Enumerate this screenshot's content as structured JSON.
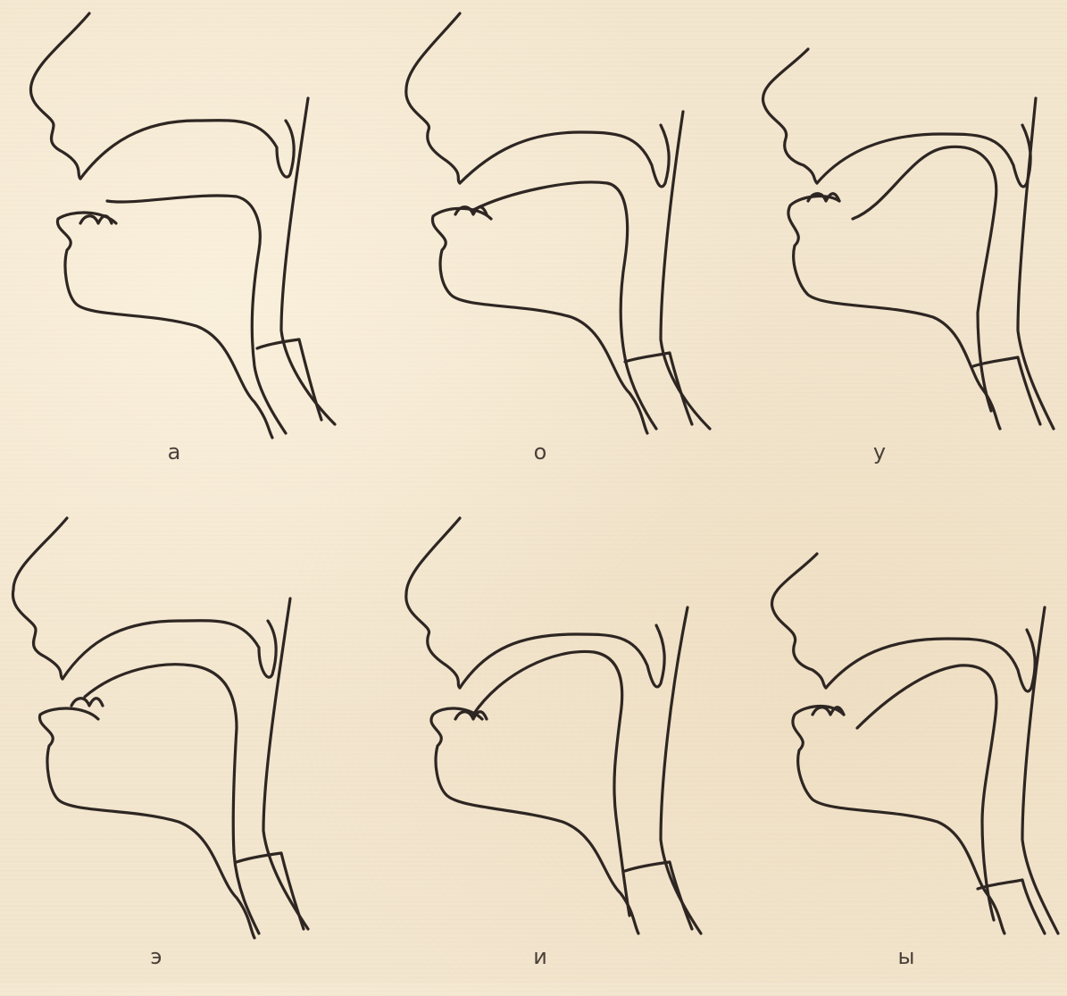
{
  "figure": {
    "panels": [
      {
        "id": "a",
        "label": "а",
        "tongue": "low-back"
      },
      {
        "id": "o",
        "label": "о",
        "tongue": "mid-back-rounded"
      },
      {
        "id": "u",
        "label": "у",
        "tongue": "high-back-rounded"
      },
      {
        "id": "e",
        "label": "э",
        "tongue": "mid-front"
      },
      {
        "id": "i",
        "label": "и",
        "tongue": "high-front"
      },
      {
        "id": "y",
        "label": "ы",
        "tongue": "high-central"
      }
    ],
    "colors": {
      "line": "#2e2622",
      "paper": "#f3e6cf"
    }
  }
}
